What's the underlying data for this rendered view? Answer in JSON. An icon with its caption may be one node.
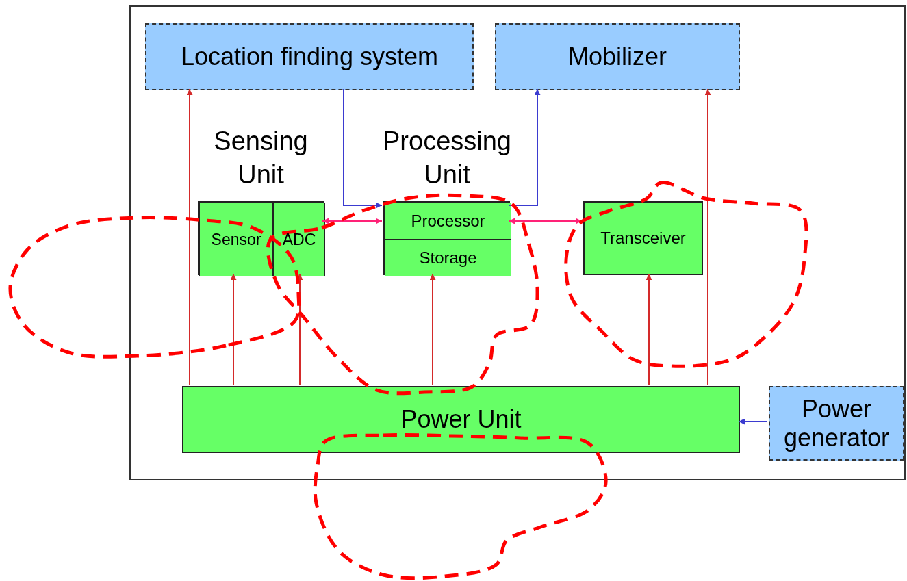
{
  "diagram": {
    "nodes": [
      {
        "text": [],
        "shape": "box"
      },
      {
        "text": [
          "Location finding system"
        ],
        "in": 0
      },
      {
        "text": [
          "Mobilizer"
        ],
        "in": 0
      },
      {
        "text": [
          "Sensing Unit"
        ],
        "in": 0
      },
      {
        "text": [
          "Sensor"
        ],
        "in": 3
      },
      {
        "text": [
          "ADC"
        ],
        "in": 3
      },
      {
        "text": [
          "Processing Unit"
        ],
        "in": 0
      },
      {
        "text": [
          "Processor"
        ],
        "in": 6
      },
      {
        "text": [
          "Storage"
        ],
        "in": 6
      },
      {
        "text": [
          "Transceiver"
        ],
        "in": 0
      },
      {
        "text": [
          "Power Unit"
        ],
        "in": 0
      },
      {
        "text": [
          "Power generator"
        ],
        "in": 0
      }
    ],
    "edges": [
      {
        "from": 10,
        "to": 1,
        "arrow": "to"
      },
      {
        "from": 10,
        "to": 4,
        "arrow": "to"
      },
      {
        "from": 10,
        "to": 5,
        "arrow": "to"
      },
      {
        "from": 10,
        "to": 8,
        "arrow": "to"
      },
      {
        "from": 10,
        "to": 9,
        "arrow": "to"
      },
      {
        "from": 10,
        "to": 2,
        "arrow": "to"
      },
      {
        "from": 1,
        "to": 7,
        "arrow": "to",
        "color": "#3b3bd0"
      },
      {
        "from": 7,
        "to": 2,
        "arrow": "to",
        "color": "#3b3bd0"
      },
      {
        "from": 5,
        "to": 7,
        "arrow": "both",
        "color": "#ff2277"
      },
      {
        "from": 7,
        "to": 9,
        "arrow": "both",
        "color": "#ff2277"
      },
      {
        "from": 11,
        "to": 10,
        "arrow": "to",
        "color": "#3b3bd0"
      }
    ]
  }
}
